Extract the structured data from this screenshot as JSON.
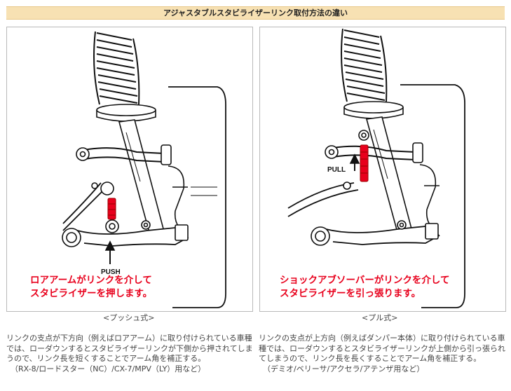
{
  "header": {
    "title": "アジャスタブルスタビライザーリンク取付方法の違い"
  },
  "left": {
    "push_label": "PUSH",
    "callout_line1": "ロアアームがリンクを介して",
    "callout_line2": "スタビライザーを押します。",
    "caption": "<プッシュ式>",
    "desc": "リンクの支点が下方向（例えばロアアーム）に取り付けられている車種では、ローダウンするとスタビライザーリンクが下側から押されてしまうので、リンク長を短くすることでアーム角を補正する。",
    "models": "（RX-8/ロードスター（NC）/CX-7/MPV（LY）用など）"
  },
  "right": {
    "pull_label": "PULL",
    "callout_line1": "ショックアブソーバーがリンクを介して",
    "callout_line2": "スタビライザーを引っ張ります。",
    "caption": "<プル式>",
    "desc": "リンクの支点が上方向（例えばダンパー本体）に取り付けられている車種では、ローダウンするとスタビライザーリンクが上側から引っ張られてしまうので、リンク長を長くすることでアーム角を補正する。",
    "models": "（デミオ/ベリーサ/アクセラ/アテンザ用など）"
  },
  "colors": {
    "link_red": "#e8001c",
    "header_bg": "#f7e1b3"
  }
}
